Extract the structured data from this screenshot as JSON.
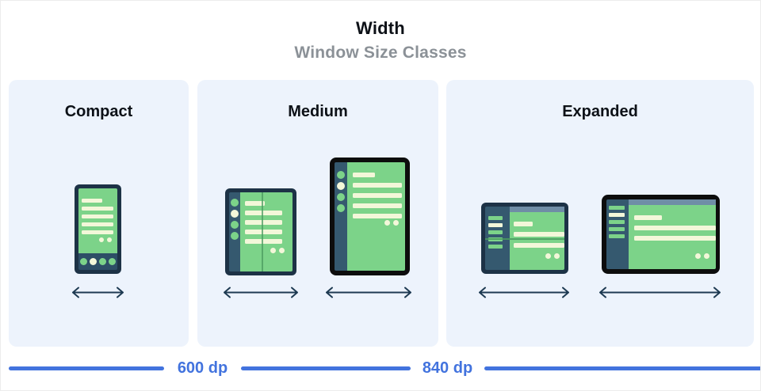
{
  "header": {
    "title": "Width",
    "subtitle": "Window Size Classes"
  },
  "panels": [
    {
      "id": "compact",
      "label": "Compact",
      "devices": [
        "phone"
      ]
    },
    {
      "id": "medium",
      "label": "Medium",
      "devices": [
        "foldable-portrait",
        "tablet-portrait"
      ]
    },
    {
      "id": "expanded",
      "label": "Expanded",
      "devices": [
        "foldable-landscape",
        "desktop-landscape"
      ]
    }
  ],
  "ruler": {
    "breakpoints": [
      {
        "label": "600 dp"
      },
      {
        "label": "840 dp"
      }
    ]
  },
  "colors": {
    "panelBg": "#edf3fc",
    "frame": "#1d3246",
    "frameBlack": "#0d0d0d",
    "rail": "#35596f",
    "navbar": "#2d4e66",
    "green": "#7cd389",
    "cream": "#f3f7d9",
    "slate": "#6f8da6",
    "fold": "#4a9a5f",
    "arrow": "#1e3a52",
    "blue": "#4273de",
    "subtitle": "#8b9197",
    "ink": "#0d1117"
  }
}
